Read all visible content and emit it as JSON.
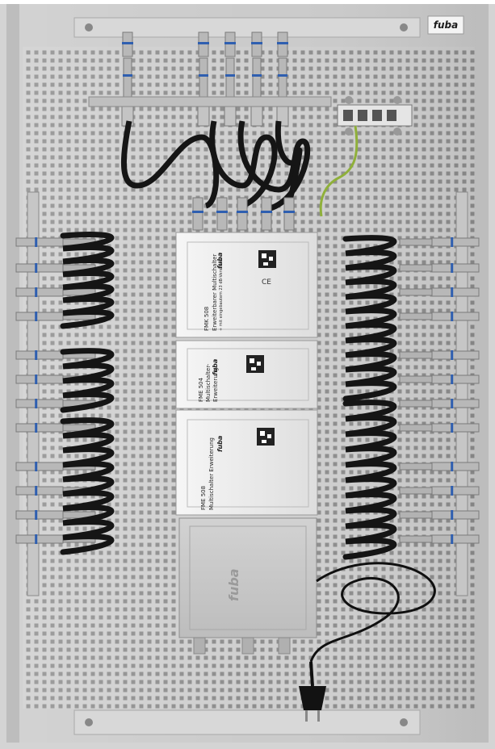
{
  "photo": {
    "subject": "",
    "logo": "fuba",
    "colors": {
      "plate": "#c9c9c9",
      "plate_hole": "#9a9a9a",
      "module_body": "#ececec",
      "cable": "#151515",
      "ring": "#2f5fb0",
      "ground": "#8fb03a",
      "connector": "#b8b8b8"
    }
  },
  "modules": [
    {
      "brand": "fuba",
      "model": "FMK 508",
      "line1": "Erweiterbarer Multischalter",
      "line2": "+ mit eingebautem 23 dB-Verstärker"
    },
    {
      "brand": "fuba",
      "model": "FME 504",
      "line1": "Multischalter-",
      "line2": "Erweiterung"
    },
    {
      "brand": "fuba",
      "model": "FME 508",
      "line1": "Multischalter Erweiterung",
      "line2": ""
    }
  ],
  "power_supply": {
    "brand": "fuba"
  }
}
